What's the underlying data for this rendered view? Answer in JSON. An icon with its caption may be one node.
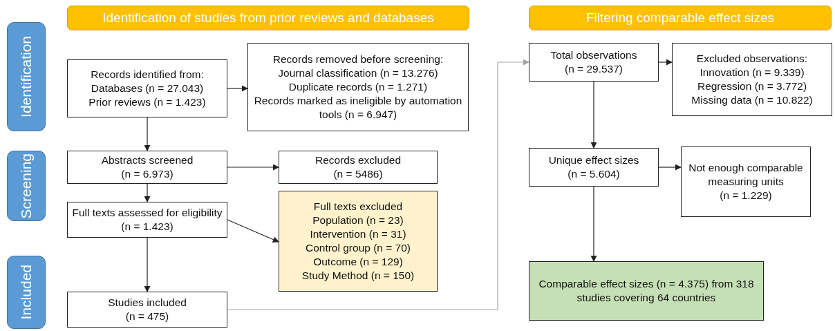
{
  "diagram": {
    "nodes": [
      {
        "text": [
          "Identification"
        ]
      },
      {
        "text": [
          "Screening"
        ]
      },
      {
        "text": [
          "Included"
        ]
      },
      {
        "text": [
          "Identification of studies from prior reviews and databases"
        ]
      },
      {
        "text": [
          "Filtering comparable effect sizes"
        ]
      },
      {
        "text": [
          "Records identified from:",
          "Databases (n = 27.043)",
          "Prior reviews (n = 1.423)"
        ]
      },
      {
        "text": [
          "Records removed before screening:",
          "Journal classification (n = 13.276)",
          "Duplicate records (n = 1.271)",
          "Records marked as ineligible by automation tools (n = 6.947)"
        ]
      },
      {
        "text": [
          "Abstracts screened",
          "(n = 6.973)"
        ]
      },
      {
        "text": [
          "Records excluded",
          "(n = 5486)"
        ]
      },
      {
        "text": [
          "Full texts assessed for eligibility (n = 1.423)"
        ]
      },
      {
        "text": [
          "Full texts excluded",
          "Population (n = 23)",
          "Intervention (n = 31)",
          "Control group (n = 70)",
          "Outcome (n = 129)",
          "Study Method (n = 150)"
        ]
      },
      {
        "text": [
          "Studies included",
          "(n = 475)"
        ]
      },
      {
        "text": [
          "Total observations",
          "(n = 29.537)"
        ]
      },
      {
        "text": [
          "Excluded observations:",
          "Innovation (n = 9.339)",
          "Regression (n = 3.772)",
          "Missing data (n = 10.822)"
        ]
      },
      {
        "text": [
          "Unique effect sizes",
          "(n = 5.604)"
        ]
      },
      {
        "text": [
          "Not enough comparable measuring units",
          "(n = 1.229)"
        ]
      },
      {
        "text": [
          "Comparable effect sizes (n = 4.375) from 318 studies covering 64 countries"
        ]
      }
    ],
    "edges": [
      {
        "from": 5,
        "to": 6,
        "arrow": "to"
      },
      {
        "from": 5,
        "to": 7,
        "arrow": "to"
      },
      {
        "from": 7,
        "to": 8,
        "arrow": "to"
      },
      {
        "from": 7,
        "to": 9,
        "arrow": "to"
      },
      {
        "from": 9,
        "to": 10,
        "arrow": "to"
      },
      {
        "from": 9,
        "to": 11,
        "arrow": "to"
      },
      {
        "from": 11,
        "to": 12,
        "arrow": "to",
        "color": "#a6a6a6"
      },
      {
        "from": 12,
        "to": 13,
        "arrow": "to"
      },
      {
        "from": 12,
        "to": 14,
        "arrow": "to"
      },
      {
        "from": 14,
        "to": 15,
        "arrow": "to"
      },
      {
        "from": 14,
        "to": 16,
        "arrow": "to"
      }
    ]
  }
}
